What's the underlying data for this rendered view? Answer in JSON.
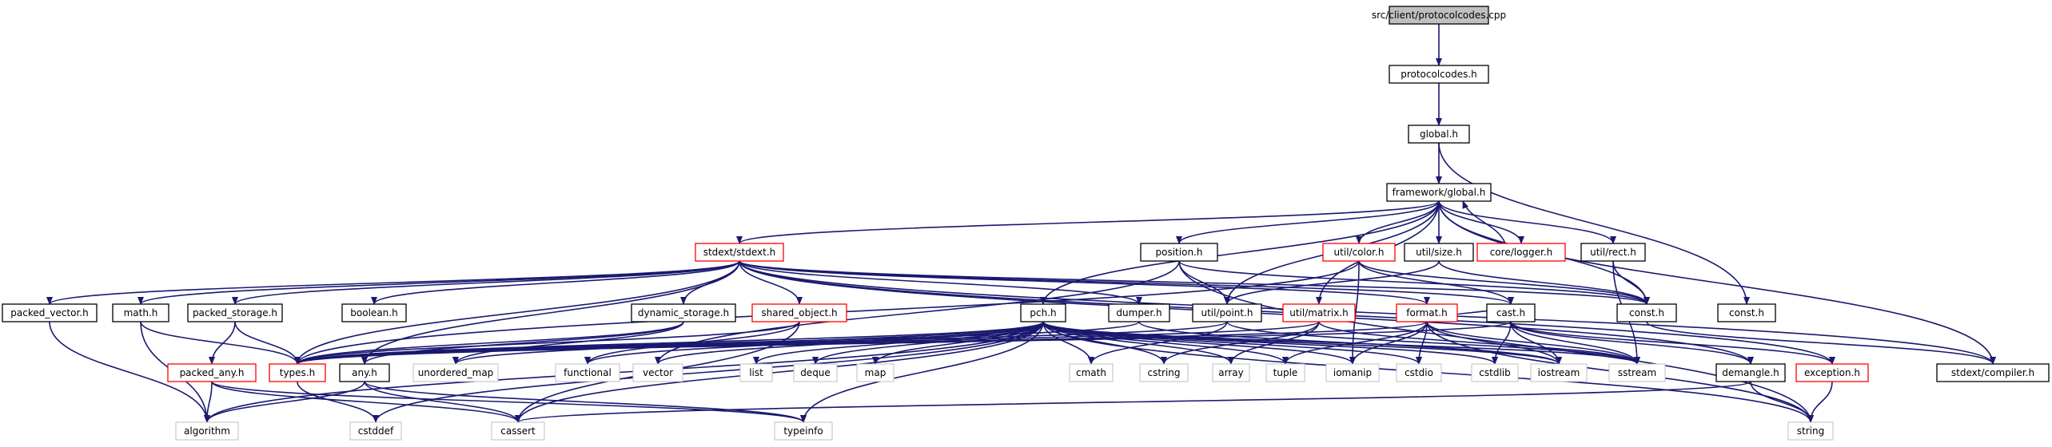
{
  "graph": {
    "edge_color": "#191970",
    "nodes": [
      {
        "id": "root",
        "label": "src/client/protocolcodes.cpp",
        "style": "root"
      },
      {
        "id": "protocolcodes",
        "label": "protocolcodes.h",
        "style": "normal"
      },
      {
        "id": "global",
        "label": "global.h",
        "style": "normal"
      },
      {
        "id": "fwglobal",
        "label": "framework/global.h",
        "style": "normal"
      },
      {
        "id": "stdext",
        "label": "stdext/stdext.h",
        "style": "truncated"
      },
      {
        "id": "position",
        "label": "position.h",
        "style": "normal"
      },
      {
        "id": "color",
        "label": "util/color.h",
        "style": "truncated"
      },
      {
        "id": "size",
        "label": "util/size.h",
        "style": "normal"
      },
      {
        "id": "logger",
        "label": "core/logger.h",
        "style": "truncated"
      },
      {
        "id": "rect",
        "label": "util/rect.h",
        "style": "normal"
      },
      {
        "id": "packed_vector",
        "label": "packed_vector.h",
        "style": "normal"
      },
      {
        "id": "math",
        "label": "math.h",
        "style": "normal"
      },
      {
        "id": "packed_storage",
        "label": "packed_storage.h",
        "style": "normal"
      },
      {
        "id": "boolean",
        "label": "boolean.h",
        "style": "normal"
      },
      {
        "id": "dynamic_storage",
        "label": "dynamic_storage.h",
        "style": "normal"
      },
      {
        "id": "shared_object",
        "label": "shared_object.h",
        "style": "truncated"
      },
      {
        "id": "pch",
        "label": "pch.h",
        "style": "normal"
      },
      {
        "id": "dumper",
        "label": "dumper.h",
        "style": "normal"
      },
      {
        "id": "point",
        "label": "util/point.h",
        "style": "normal"
      },
      {
        "id": "matrix",
        "label": "util/matrix.h",
        "style": "truncated"
      },
      {
        "id": "format",
        "label": "format.h",
        "style": "truncated"
      },
      {
        "id": "cast",
        "label": "cast.h",
        "style": "normal"
      },
      {
        "id": "const1",
        "label": "const.h",
        "style": "normal"
      },
      {
        "id": "const2",
        "label": "const.h",
        "style": "normal"
      },
      {
        "id": "packed_any",
        "label": "packed_any.h",
        "style": "truncated"
      },
      {
        "id": "types",
        "label": "types.h",
        "style": "truncated"
      },
      {
        "id": "any",
        "label": "any.h",
        "style": "normal"
      },
      {
        "id": "unordered_map",
        "label": "unordered_map",
        "style": "system"
      },
      {
        "id": "functional",
        "label": "functional",
        "style": "system"
      },
      {
        "id": "vector",
        "label": "vector",
        "style": "system"
      },
      {
        "id": "list",
        "label": "list",
        "style": "system"
      },
      {
        "id": "deque",
        "label": "deque",
        "style": "system"
      },
      {
        "id": "map",
        "label": "map",
        "style": "system"
      },
      {
        "id": "cmath",
        "label": "cmath",
        "style": "system"
      },
      {
        "id": "cstring",
        "label": "cstring",
        "style": "system"
      },
      {
        "id": "array",
        "label": "array",
        "style": "system"
      },
      {
        "id": "tuple",
        "label": "tuple",
        "style": "system"
      },
      {
        "id": "iomanip",
        "label": "iomanip",
        "style": "system"
      },
      {
        "id": "cstdio",
        "label": "cstdio",
        "style": "system"
      },
      {
        "id": "cstdlib",
        "label": "cstdlib",
        "style": "system"
      },
      {
        "id": "iostream",
        "label": "iostream",
        "style": "system"
      },
      {
        "id": "sstream",
        "label": "sstream",
        "style": "system"
      },
      {
        "id": "demangle",
        "label": "demangle.h",
        "style": "normal"
      },
      {
        "id": "exception",
        "label": "exception.h",
        "style": "truncated"
      },
      {
        "id": "compiler",
        "label": "stdext/compiler.h",
        "style": "normal"
      },
      {
        "id": "algorithm",
        "label": "algorithm",
        "style": "system"
      },
      {
        "id": "cstddef",
        "label": "cstddef",
        "style": "system"
      },
      {
        "id": "cassert",
        "label": "cassert",
        "style": "system"
      },
      {
        "id": "typeinfo",
        "label": "typeinfo",
        "style": "system"
      },
      {
        "id": "string",
        "label": "string",
        "style": "system"
      }
    ],
    "edges": [
      [
        "root",
        "protocolcodes"
      ],
      [
        "protocolcodes",
        "global"
      ],
      [
        "global",
        "fwglobal"
      ],
      [
        "global",
        "const2"
      ],
      [
        "fwglobal",
        "stdext"
      ],
      [
        "fwglobal",
        "position"
      ],
      [
        "fwglobal",
        "color"
      ],
      [
        "fwglobal",
        "size"
      ],
      [
        "fwglobal",
        "logger"
      ],
      [
        "fwglobal",
        "rect"
      ],
      [
        "fwglobal",
        "pch"
      ],
      [
        "fwglobal",
        "point"
      ],
      [
        "fwglobal",
        "matrix"
      ],
      [
        "fwglobal",
        "const1"
      ],
      [
        "fwglobal",
        "compiler"
      ],
      [
        "logger",
        "fwglobal"
      ],
      [
        "stdext",
        "packed_vector"
      ],
      [
        "stdext",
        "math"
      ],
      [
        "stdext",
        "packed_storage"
      ],
      [
        "stdext",
        "boolean"
      ],
      [
        "stdext",
        "dynamic_storage"
      ],
      [
        "stdext",
        "shared_object"
      ],
      [
        "stdext",
        "dumper"
      ],
      [
        "stdext",
        "format"
      ],
      [
        "stdext",
        "cast"
      ],
      [
        "stdext",
        "const1"
      ],
      [
        "stdext",
        "types"
      ],
      [
        "stdext",
        "any"
      ],
      [
        "stdext",
        "demangle"
      ],
      [
        "stdext",
        "exception"
      ],
      [
        "stdext",
        "compiler"
      ],
      [
        "position",
        "point"
      ],
      [
        "position",
        "const1"
      ],
      [
        "position",
        "vector"
      ],
      [
        "position",
        "string"
      ],
      [
        "color",
        "types"
      ],
      [
        "color",
        "cast"
      ],
      [
        "color",
        "const1"
      ],
      [
        "color",
        "iomanip"
      ],
      [
        "size",
        "point"
      ],
      [
        "size",
        "const1"
      ],
      [
        "rect",
        "const1"
      ],
      [
        "rect",
        "sstream"
      ],
      [
        "packed_vector",
        "algorithm"
      ],
      [
        "math",
        "algorithm"
      ],
      [
        "math",
        "types"
      ],
      [
        "packed_storage",
        "packed_any"
      ],
      [
        "packed_storage",
        "types"
      ],
      [
        "dynamic_storage",
        "types"
      ],
      [
        "dynamic_storage",
        "any"
      ],
      [
        "dynamic_storage",
        "unordered_map"
      ],
      [
        "shared_object",
        "types"
      ],
      [
        "shared_object",
        "cassert"
      ],
      [
        "shared_object",
        "functional"
      ],
      [
        "pch",
        "types"
      ],
      [
        "pch",
        "vector"
      ],
      [
        "pch",
        "list"
      ],
      [
        "pch",
        "deque"
      ],
      [
        "pch",
        "map"
      ],
      [
        "pch",
        "cmath"
      ],
      [
        "pch",
        "cstring"
      ],
      [
        "pch",
        "array"
      ],
      [
        "pch",
        "tuple"
      ],
      [
        "pch",
        "iomanip"
      ],
      [
        "pch",
        "cstdio"
      ],
      [
        "pch",
        "cstdlib"
      ],
      [
        "pch",
        "iostream"
      ],
      [
        "pch",
        "sstream"
      ],
      [
        "pch",
        "algorithm"
      ],
      [
        "pch",
        "cassert"
      ],
      [
        "pch",
        "typeinfo"
      ],
      [
        "pch",
        "string"
      ],
      [
        "pch",
        "cstddef"
      ],
      [
        "pch",
        "unordered_map"
      ],
      [
        "pch",
        "functional"
      ],
      [
        "dumper",
        "types"
      ],
      [
        "dumper",
        "iostream"
      ],
      [
        "point",
        "types"
      ],
      [
        "point",
        "cmath"
      ],
      [
        "point",
        "sstream"
      ],
      [
        "matrix",
        "types"
      ],
      [
        "matrix",
        "array"
      ],
      [
        "matrix",
        "cstring"
      ],
      [
        "matrix",
        "sstream"
      ],
      [
        "format",
        "types"
      ],
      [
        "format",
        "tuple"
      ],
      [
        "format",
        "iomanip"
      ],
      [
        "format",
        "cstdio"
      ],
      [
        "format",
        "iostream"
      ],
      [
        "format",
        "sstream"
      ],
      [
        "format",
        "string"
      ],
      [
        "format",
        "cast"
      ],
      [
        "cast",
        "types"
      ],
      [
        "cast",
        "demangle"
      ],
      [
        "cast",
        "exception"
      ],
      [
        "cast",
        "cstdlib"
      ],
      [
        "cast",
        "iostream"
      ],
      [
        "cast",
        "sstream"
      ],
      [
        "const1",
        "compiler"
      ],
      [
        "packed_any",
        "algorithm"
      ],
      [
        "packed_any",
        "cassert"
      ],
      [
        "packed_any",
        "typeinfo"
      ],
      [
        "types",
        "cstddef"
      ],
      [
        "any",
        "algorithm"
      ],
      [
        "any",
        "cassert"
      ],
      [
        "any",
        "typeinfo"
      ],
      [
        "demangle",
        "string"
      ],
      [
        "demangle",
        "cassert"
      ],
      [
        "exception",
        "string"
      ]
    ]
  }
}
